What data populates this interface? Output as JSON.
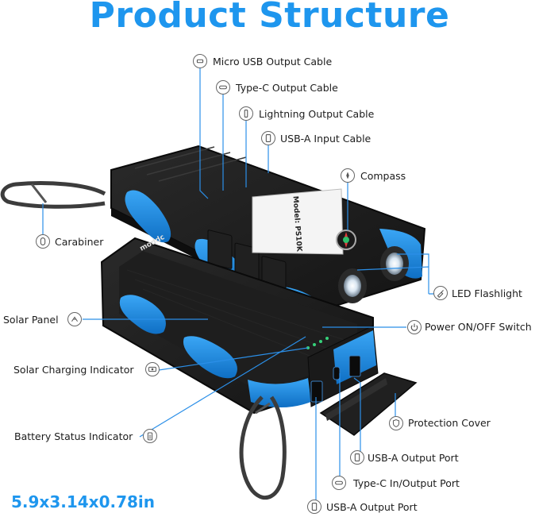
{
  "title": "Product Structure",
  "dimensions": "5.9x3.14x0.78in",
  "device_text": {
    "model": "Model: PS10K",
    "brand": "moddc"
  },
  "callouts": [
    {
      "id": "micro-usb-output-cable",
      "label": "Micro USB Output Cable",
      "icon": "micro-usb-icon"
    },
    {
      "id": "type-c-output-cable",
      "label": "Type-C Output Cable",
      "icon": "type-c-icon"
    },
    {
      "id": "lightning-output-cable",
      "label": "Lightning Output Cable",
      "icon": "lightning-connector-icon"
    },
    {
      "id": "usb-a-input-cable",
      "label": "USB-A Input Cable",
      "icon": "usb-a-icon"
    },
    {
      "id": "compass",
      "label": "Compass",
      "icon": "compass-icon"
    },
    {
      "id": "carabiner",
      "label": "Carabiner",
      "icon": "carabiner-icon"
    },
    {
      "id": "led-flashlight",
      "label": "LED Flashlight",
      "icon": "flashlight-icon"
    },
    {
      "id": "solar-panel",
      "label": "Solar Panel",
      "icon": "solar-panel-icon"
    },
    {
      "id": "power-switch",
      "label": "Power ON/OFF Switch",
      "icon": "power-icon"
    },
    {
      "id": "solar-charging-indicator",
      "label": "Solar Charging Indicator",
      "icon": "sun-indicator-icon"
    },
    {
      "id": "battery-status-indicator",
      "label": "Battery Status Indicator",
      "icon": "battery-icon"
    },
    {
      "id": "protection-cover",
      "label": "Protection Cover",
      "icon": "shield-icon"
    },
    {
      "id": "usb-a-output-port-1",
      "label": "USB-A Output Port",
      "icon": "usb-a-icon"
    },
    {
      "id": "type-c-in-output-port",
      "label": "Type-C In/Output Port",
      "icon": "type-c-icon"
    },
    {
      "id": "usb-a-output-port-2",
      "label": "USB-A Output Port",
      "icon": "usb-a-icon"
    }
  ],
  "colors": {
    "title": "#1e96ee",
    "leader_line": "#2b8fe8",
    "device_blue": "#1f8fe6",
    "device_black": "#1b1b1b",
    "indicator_green": "#36d17a"
  }
}
